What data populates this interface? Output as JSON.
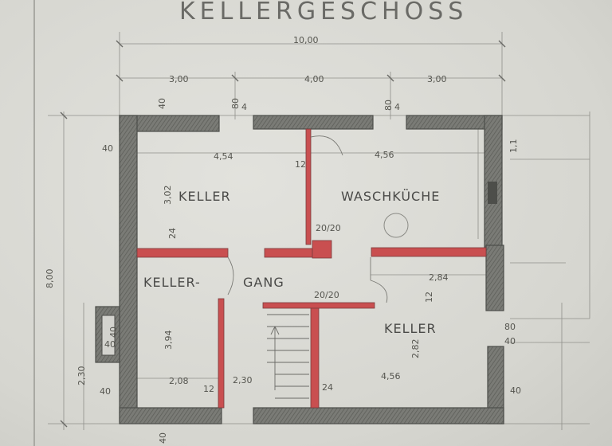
{
  "plan": {
    "title": "KELLERGESCHOSS",
    "rooms": {
      "keller_1": "KELLER",
      "waschkueche": "WASCHKÜCHE",
      "corridor_a": "KELLER-",
      "corridor_b": "GANG",
      "keller_2": "KELLER"
    },
    "dimensions": {
      "total_width": "10,00",
      "seg1": "3,00",
      "seg2": "4,00",
      "seg3": "3,00",
      "wall_nw": "40",
      "opening1": "80",
      "opening1_b": "4",
      "opening2": "80",
      "opening2_b": "4",
      "left_wall": "40",
      "total_depth": "8,00",
      "left_lower": "2,30",
      "left_wall_lower": "40",
      "well1": "40",
      "well2": "40",
      "bottom_wall": "40",
      "keller1_width": "4,54",
      "wasch_width": "4,56",
      "keller1_depth": "3,02",
      "wall12_a": "12",
      "wall24_a": "24",
      "opening_center": "20/20",
      "opening_stair": "20/20",
      "corridor_right": "2,84",
      "wall12_b": "12",
      "keller3_depth": "3,94",
      "keller3_width": "2,08",
      "wall12_c": "12",
      "stair_width": "2,30",
      "wall24_b": "24",
      "keller2_width": "4,56",
      "keller2_depth": "2,82",
      "right_top": "1,1",
      "right_opening": "80",
      "right_wall": "40",
      "right_wall_lower": "40"
    }
  }
}
